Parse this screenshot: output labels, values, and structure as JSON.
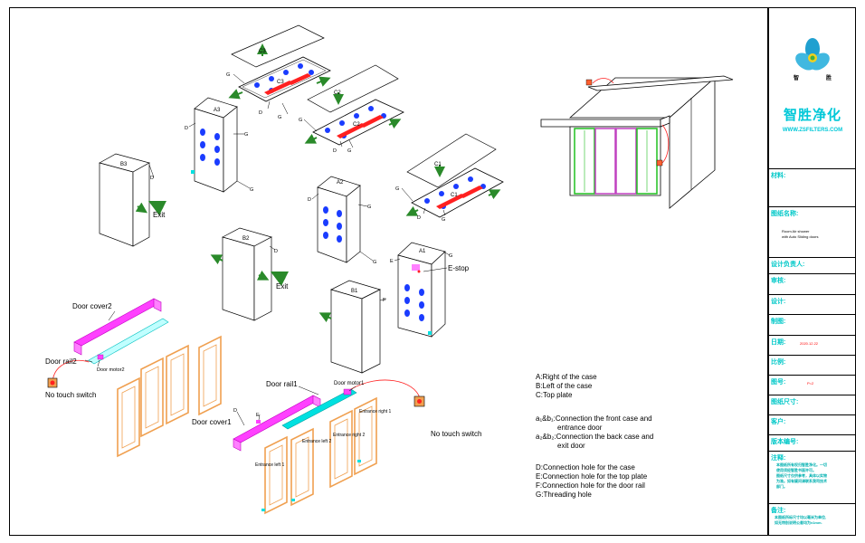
{
  "labels": {
    "c3": "C3",
    "c2": "C2",
    "c1": "C1",
    "a3": "A3",
    "a2": "A2",
    "a1": "A1",
    "b3": "B3",
    "b2": "B2",
    "b1": "B1",
    "g": "G",
    "d": "D",
    "e": "E",
    "f": "F",
    "exit": "Exit",
    "estop": "E-stop",
    "door_cover2": "Door cover2",
    "door_cover1": "Door cover1",
    "door_rail2": "Door rail2",
    "door_rail1": "Door rail1",
    "door_motor2": "Door motor2",
    "door_motor1": "Door motor1",
    "no_touch_switch": "No touch switch",
    "entrance_left_1": "Entrance left 1",
    "entrance_left_2": "Entrance left 2",
    "entrance_right_1": "Entrance right 1",
    "entrance_right_2": "Entrance right 2"
  },
  "legend": {
    "line1": "A:Right of the case",
    "line2": "B:Left of the case",
    "line3": "C:Top plate",
    "line4": "a₁&b₁:Connection the front case and",
    "line5": "entrance door",
    "line6": "a₂&b₂:Connection the back case and",
    "line7": "exit door",
    "line8": "D:Connection hole for the case",
    "line9": "E:Connection hole for the top plate",
    "line10": "F:Connection hole for the door rail",
    "line11": "G:Threading hole"
  },
  "title_block": {
    "brand": "智胜净化",
    "url": "WWW.ZSFILTERS.COM",
    "logo_left": "智",
    "logo_right": "胜",
    "material": "材料:",
    "drawing_name": "图纸名称:",
    "drawing_name_value_1": "Room Air shower",
    "drawing_name_value_2": "with Auto Sliding doors",
    "designer_in_charge": "设计负责人:",
    "review": "审核:",
    "design": "设计:",
    "draft": "制图:",
    "date": "日期:",
    "date_value": "2020.12.22",
    "scale": "比例:",
    "drawing_no": "图号:",
    "drawing_no_value": "P=2",
    "paper_size": "图纸尺寸:",
    "customer": "客户:",
    "version": "版本编号:",
    "notes": "注释:",
    "notes_text_1": "本图纸所有权归智胜净化。一切",
    "notes_text_2": "使用须经智胜书面许可。",
    "notes_text_3": "图纸尺寸仅供参考，具体以实物",
    "notes_text_4": "为准。如有疑问请联系我司技术",
    "notes_text_5": "部门。",
    "remarks": "备注:",
    "remarks_text_1": "本图纸所标尺寸均以毫米为单位,",
    "remarks_text_2": "如无特别说明公差均为±1mm."
  },
  "colors": {
    "magenta": "#ff00ff",
    "cyan": "#00e0e0",
    "orange": "#f0a050",
    "blue": "#1a3cff",
    "red": "#ff2020",
    "green": "#20c020",
    "teal": "#00c8d8"
  }
}
